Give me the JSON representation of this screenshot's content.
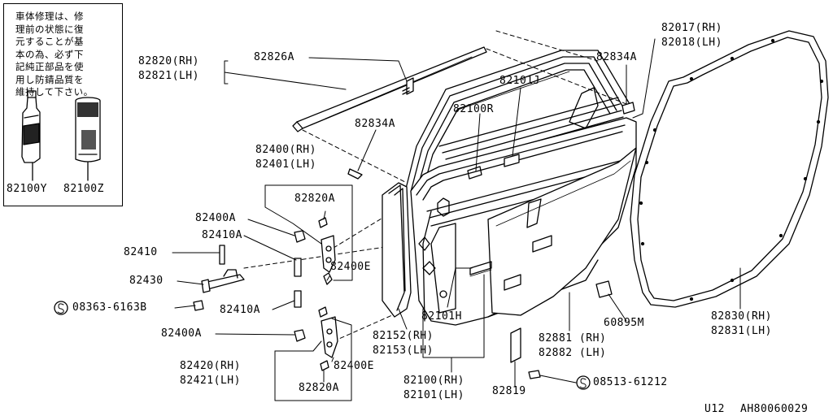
{
  "note": {
    "lines": [
      "車体修理は、修",
      "理前の状態に復",
      "元することが基",
      "本の為、必ず下",
      "記純正部品を使",
      "用し防錆品質を",
      "維持して下さい。"
    ],
    "products": [
      "82100Y",
      "82100Z"
    ]
  },
  "labels": {
    "l82820rh": "82820(RH)",
    "l82821lh": "82821(LH)",
    "l82826a": "82826A",
    "l82834a_top": "82834A",
    "l82017rh": "82017(RH)",
    "l82018lh": "82018(LH)",
    "l82101j": "82101J",
    "l82100r": "82100R",
    "l82834a_mid": "82834A",
    "l82400rh": "82400(RH)",
    "l82401lh": "82401(LH)",
    "l82820a_top": "82820A",
    "l82400a_top": "82400A",
    "l82410a_top": "82410A",
    "l82410": "82410",
    "l82400e_top": "82400E",
    "l82430": "82430",
    "l08363": "08363-6163B",
    "l82410a_bot": "82410A",
    "l82101h": "82101H",
    "l60895m": "60895M",
    "l82830rh": "82830(RH)",
    "l82831lh": "82831(LH)",
    "l82400a_bot": "82400A",
    "l82152rh": "82152(RH)",
    "l82153lh": "82153(LH)",
    "l82881rh": "82881 (RH)",
    "l82882lh": "82882 (LH)",
    "l82420rh": "82420(RH)",
    "l82421lh": "82421(LH)",
    "l82400e_bot": "82400E",
    "l82100rh": "82100(RH)",
    "l82101lh": "82101(LH)",
    "l82820a_bot": "82820A",
    "l82819": "82819",
    "l08513": "08513-61212",
    "footer_model": "U12",
    "footer_code": "AH80060029"
  }
}
